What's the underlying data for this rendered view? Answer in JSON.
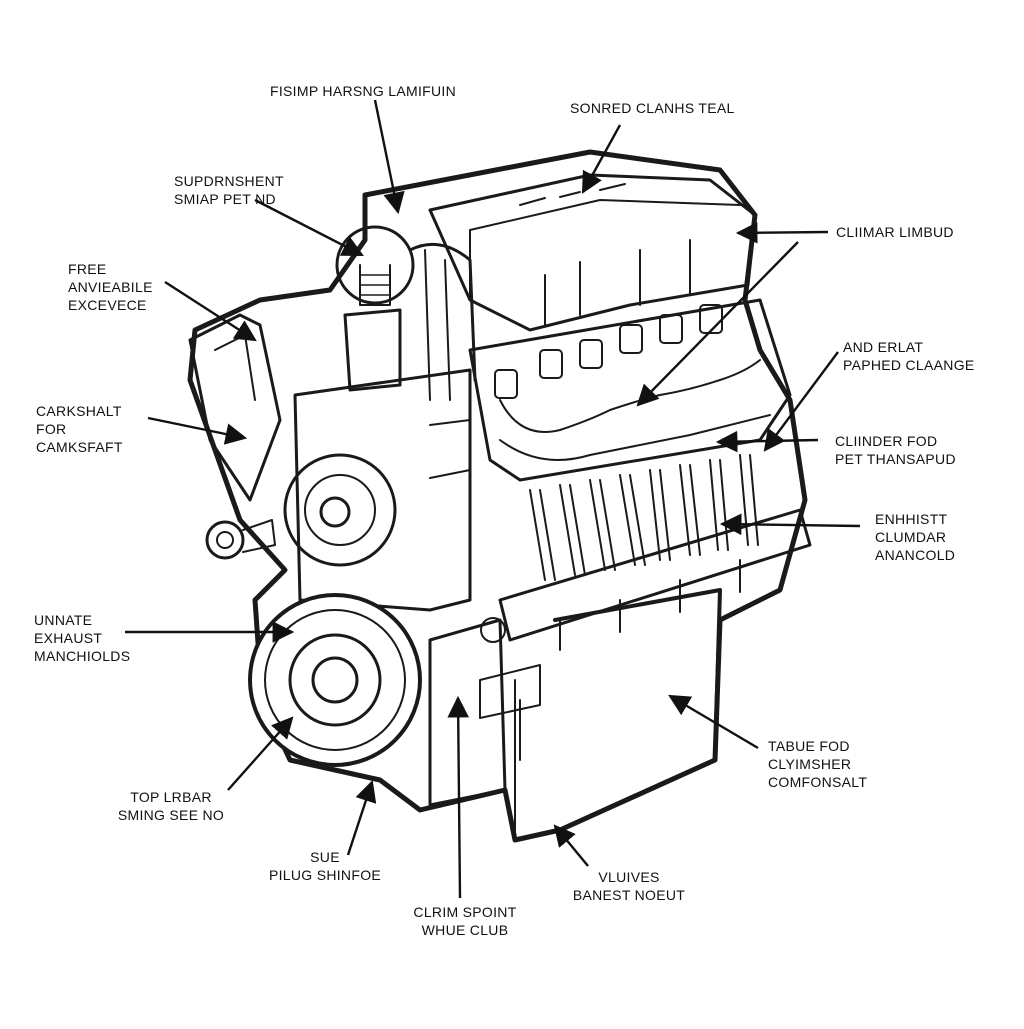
{
  "colors": {
    "ink": "#111111",
    "paper": "#ffffff",
    "line": "#1a1a1a"
  },
  "labels": {
    "top_left_header": "FISIMP HARSNG LAMIFUIN",
    "top_right_header": "SONRED CLANHS TEAL",
    "supdrnshent": [
      "SUPDRNSHENT",
      "SMIAP PET ND"
    ],
    "free": [
      "FREE",
      "ANVIEABILE",
      "EXCEVECE"
    ],
    "carkshalt": [
      "CARKSHALT",
      "FOR",
      "CAMKSFAFT"
    ],
    "unnate": [
      "UNNATE",
      "EXHAUST",
      "MANCHIOLDS"
    ],
    "top_lrbar": [
      "TOP LRBAR",
      "SMING SEE NO"
    ],
    "sue": [
      "SUE",
      "PILUG SHINFOE"
    ],
    "clrim": [
      "CLRIM SPOINT",
      "WHUE CLUB"
    ],
    "vluives": [
      "VLUIVES",
      "BANEST NOEUT"
    ],
    "tabue": [
      "TABUE FOD",
      "CLYIMSHER",
      "COMFONSALT"
    ],
    "enhhistt": [
      "ENHHISTT",
      "CLUMDAR",
      "ANANCOLD"
    ],
    "clinder": [
      "CLIINDER FOD",
      "PET THANSAPUD"
    ],
    "and_erlat": [
      "AND ERLAT",
      "PAPHED CLAANGE"
    ],
    "cliimar": "CLIIMAR LIMBUD"
  }
}
